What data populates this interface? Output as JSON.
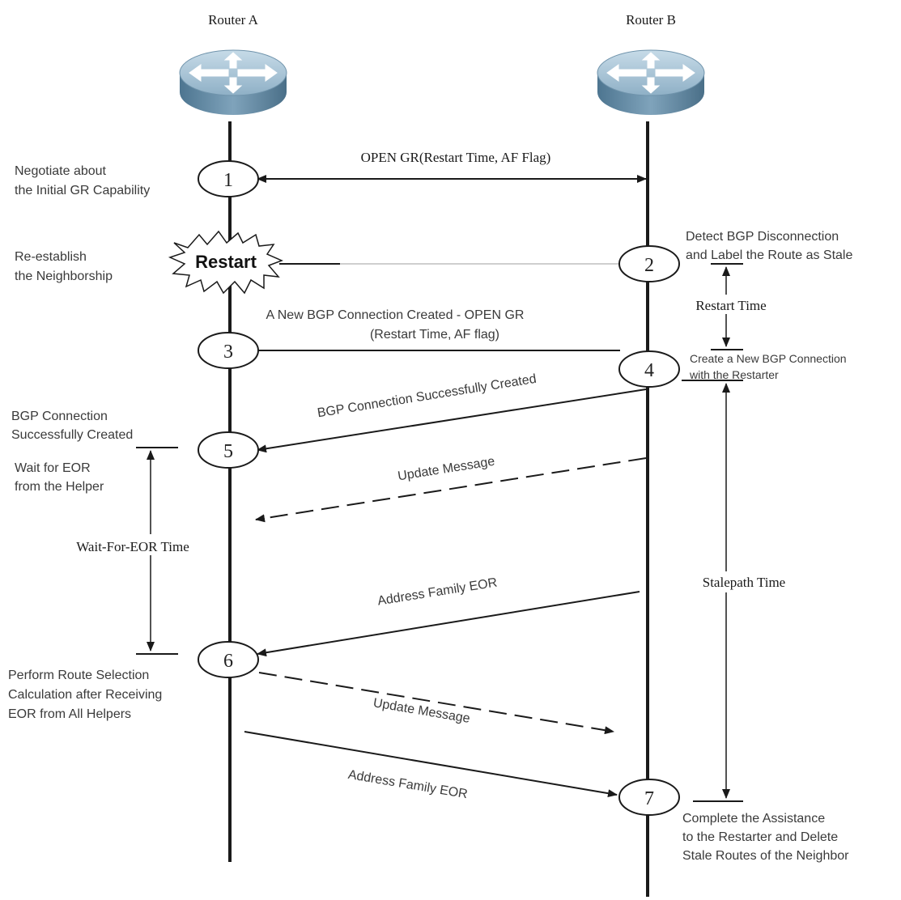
{
  "routers": {
    "a": {
      "label": "Router A"
    },
    "b": {
      "label": "Router B"
    }
  },
  "steps": [
    "1",
    "2",
    "3",
    "4",
    "5",
    "6",
    "7"
  ],
  "burst_label": "Restart",
  "messages": {
    "open_gr": "OPEN GR(Restart Time, AF Flag)",
    "new_conn_1": "A New BGP Connection Created - OPEN GR",
    "new_conn_2": "(Restart Time, AF flag)",
    "conn_success": "BGP Connection Successfully Created",
    "update_1": "Update Message",
    "eor_1": "Address Family EOR",
    "update_2": "Update Message",
    "eor_2": "Address Family EOR"
  },
  "annotations": {
    "negotiate": [
      "Negotiate about",
      "the Initial GR Capability"
    ],
    "reestablish": [
      "Re-establish",
      "the Neighborship"
    ],
    "bgp_created": [
      "BGP Connection",
      "Successfully Created"
    ],
    "wait_eor": [
      "Wait for EOR",
      "from the Helper"
    ],
    "perform": [
      "Perform Route Selection",
      "Calculation after Receiving",
      "EOR from All Helpers"
    ],
    "detect": [
      "Detect BGP Disconnection",
      "and Label the Route as Stale"
    ],
    "create_new": [
      "Create a New BGP Connection",
      "with the Restarter"
    ],
    "complete": [
      "Complete the Assistance",
      "to the Restarter and Delete",
      "Stale Routes of the Neighbor"
    ]
  },
  "timers": {
    "restart_time": "Restart Time",
    "wait_for_eor": "Wait-For-EOR Time",
    "stalepath": "Stalepath Time"
  },
  "colors": {
    "line": "#1a1a1a",
    "router_top": "#a9c4d6",
    "router_side": "#5d87a3",
    "burst_fill": "#ffffff"
  },
  "icons": {
    "router": "router-icon"
  }
}
